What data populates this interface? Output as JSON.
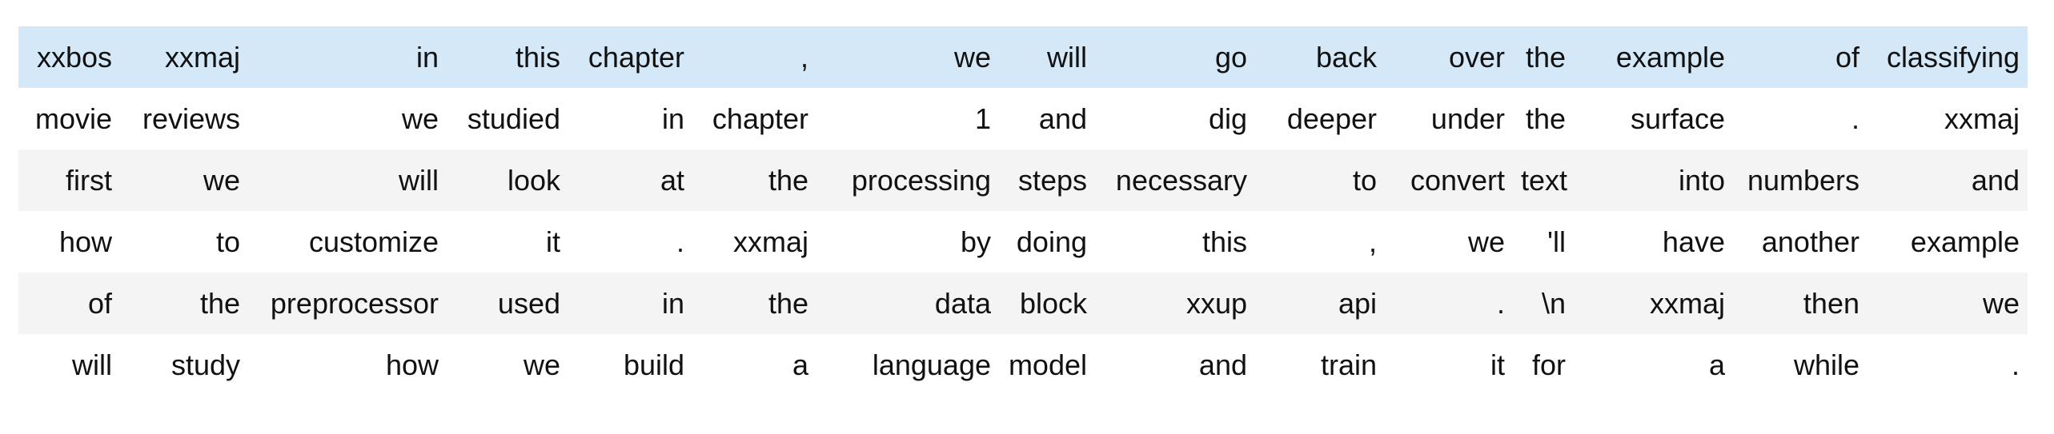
{
  "table": {
    "description_colors": {
      "highlight_color": "#d4e8f8",
      "stripe_color": "#f4f4f4",
      "text_color": "#111111",
      "background_color": "#ffffff"
    },
    "num_rows": 6,
    "num_cols": 15,
    "rows": [
      {
        "highlighted": true,
        "tokens": [
          "xxbos",
          "xxmaj",
          "in",
          "this",
          "chapter",
          ",",
          "we",
          "will",
          "go",
          "back",
          "over",
          "the",
          "example",
          "of",
          "classifying"
        ]
      },
      {
        "highlighted": false,
        "tokens": [
          "movie",
          "reviews",
          "we",
          "studied",
          "in",
          "chapter",
          "1",
          "and",
          "dig",
          "deeper",
          "under",
          "the",
          "surface",
          ".",
          "xxmaj"
        ]
      },
      {
        "highlighted": false,
        "tokens": [
          "first",
          "we",
          "will",
          "look",
          "at",
          "the",
          "processing",
          "steps",
          "necessary",
          "to",
          "convert",
          "text",
          "into",
          "numbers",
          "and"
        ]
      },
      {
        "highlighted": false,
        "tokens": [
          "how",
          "to",
          "customize",
          "it",
          ".",
          "xxmaj",
          "by",
          "doing",
          "this",
          ",",
          "we",
          "'ll",
          "have",
          "another",
          "example"
        ]
      },
      {
        "highlighted": false,
        "tokens": [
          "of",
          "the",
          "preprocessor",
          "used",
          "in",
          "the",
          "data",
          "block",
          "xxup",
          "api",
          ".",
          "\\n",
          "xxmaj",
          "then",
          "we"
        ]
      },
      {
        "highlighted": false,
        "tokens": [
          "will",
          "study",
          "how",
          "we",
          "build",
          "a",
          "language",
          "model",
          "and",
          "train",
          "it",
          "for",
          "a",
          "while",
          "."
        ]
      }
    ]
  }
}
